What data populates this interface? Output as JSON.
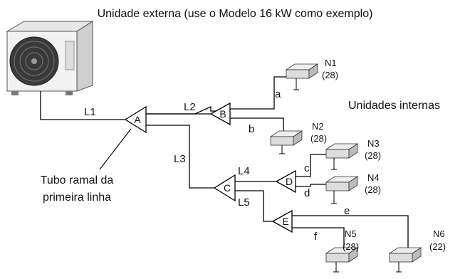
{
  "title": "Unidade externa (use o Modelo 16 kW como exemplo)",
  "indoor_units_label": "Unidades internas",
  "branch_label_line1": "Tubo ramal da",
  "branch_label_line2": "primeira linha",
  "joints": [
    "A",
    "B",
    "C",
    "D",
    "E"
  ],
  "main_pipes": [
    "L1",
    "L2",
    "L3",
    "L4",
    "L5"
  ],
  "branch_pipes": [
    "a",
    "b",
    "c",
    "d",
    "e",
    "f"
  ],
  "indoor_units": [
    {
      "id": "N1",
      "capacity": "(28)"
    },
    {
      "id": "N2",
      "capacity": "(28)"
    },
    {
      "id": "N3",
      "capacity": "(28)"
    },
    {
      "id": "N4",
      "capacity": "(28)"
    },
    {
      "id": "N5",
      "capacity": "(28)"
    },
    {
      "id": "N6",
      "capacity": "(22)"
    }
  ]
}
